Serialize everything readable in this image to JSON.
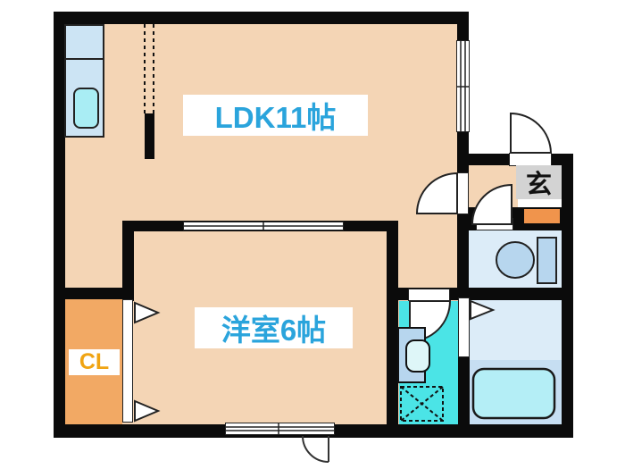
{
  "plan": {
    "type": "apartment-floor-plan",
    "labels": {
      "ldk": "LDK11帖",
      "bedroom": "洋室6帖",
      "closet": "CL",
      "entrance": "玄"
    },
    "colors": {
      "wall": "#0b0b0b",
      "room-fill": "#f4d5b5",
      "closet-fill": "#f2a964",
      "step-fill": "#f0944c",
      "washroom-fill": "#4be4e6",
      "counter-fill": "#cce4f4",
      "sink-fill": "#a9edf4",
      "bath-light": "#dcecf8",
      "bath-mid": "#c6def2",
      "tub-fill": "#b4eef6",
      "fixture-fill": "#b7d6ee",
      "basin-fill": "#def6f8",
      "label-blue": "#2aa4dc",
      "label-amber": "#f0a413",
      "genkan-box": "#d3d3d3"
    }
  }
}
